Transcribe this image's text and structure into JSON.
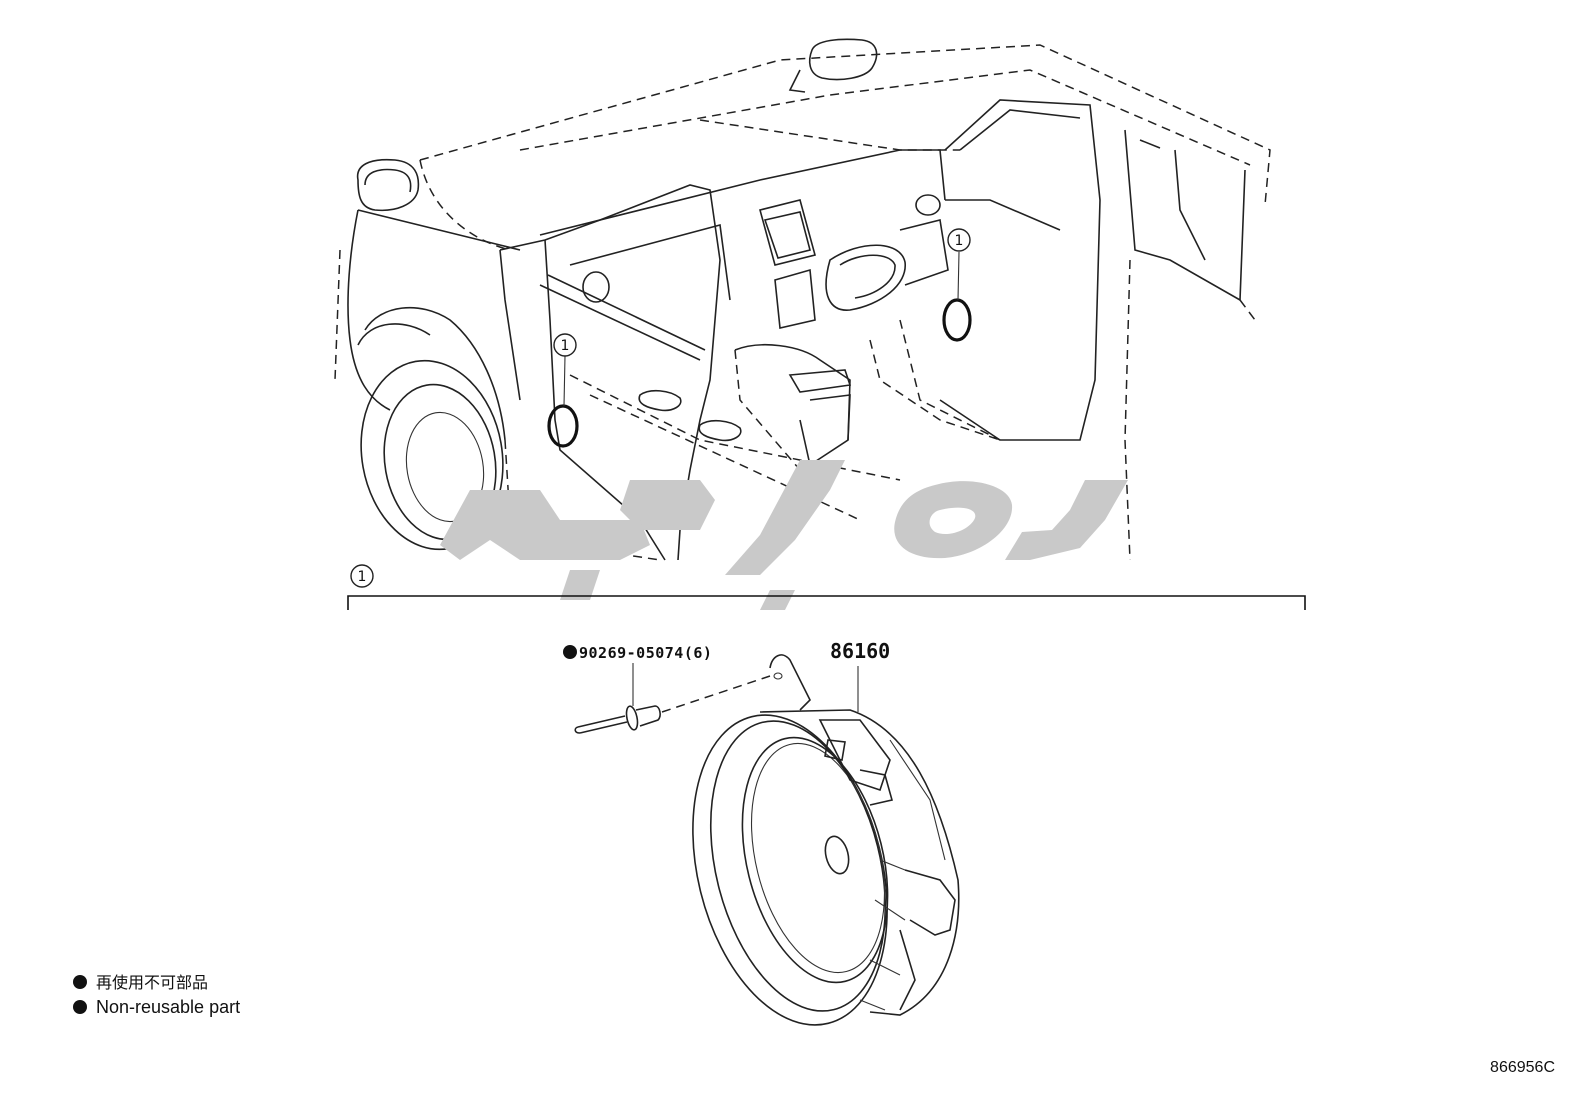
{
  "callouts": {
    "callout_1": "1"
  },
  "parts": {
    "rivet_number": "90269-05074(6)",
    "speaker_number": "86160"
  },
  "legend": {
    "bullet": "●",
    "japanese": "再使用不可部品",
    "english": "Non-reusable part"
  },
  "figure_code": "866956C",
  "watermark": {
    "color": "#c9c9c9"
  }
}
